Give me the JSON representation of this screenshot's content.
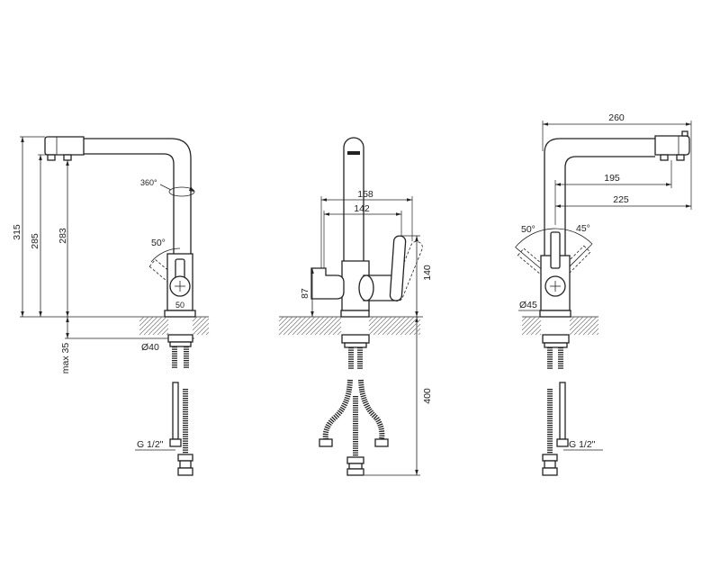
{
  "left_view": {
    "rotation_label": "360°",
    "handle_angle": "50°",
    "dim_315": "315",
    "dim_285": "285",
    "dim_283": "283",
    "dim_50": "50",
    "dim_diameter": "Ø40",
    "dim_max": "max 35",
    "thread": "G 1/2\""
  },
  "front_view": {
    "dim_158": "158",
    "dim_142": "142",
    "dim_87": "87",
    "dim_140": "140",
    "dim_400": "400"
  },
  "right_view": {
    "dim_260": "260",
    "dim_195": "195",
    "dim_225": "225",
    "angle_left": "50°",
    "angle_right": "45°",
    "dim_diameter": "Ø45",
    "thread": "G 1/2\""
  },
  "colors": {
    "line": "#222222",
    "hatch": "#777777",
    "background": "#ffffff"
  }
}
